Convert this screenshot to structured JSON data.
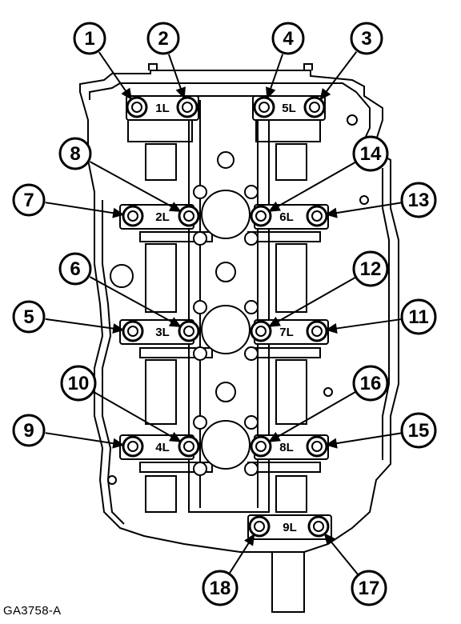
{
  "figure_id": "GA3758-A",
  "callouts": [
    "1",
    "2",
    "3",
    "4",
    "5",
    "6",
    "7",
    "8",
    "9",
    "10",
    "11",
    "12",
    "13",
    "14",
    "15",
    "16",
    "17",
    "18"
  ],
  "caps": [
    "1L",
    "2L",
    "3L",
    "4L",
    "5L",
    "6L",
    "7L",
    "8L",
    "9L"
  ],
  "colors": {
    "ink": "#000000",
    "paper": "#ffffff",
    "shade": "#d9d9d9"
  }
}
